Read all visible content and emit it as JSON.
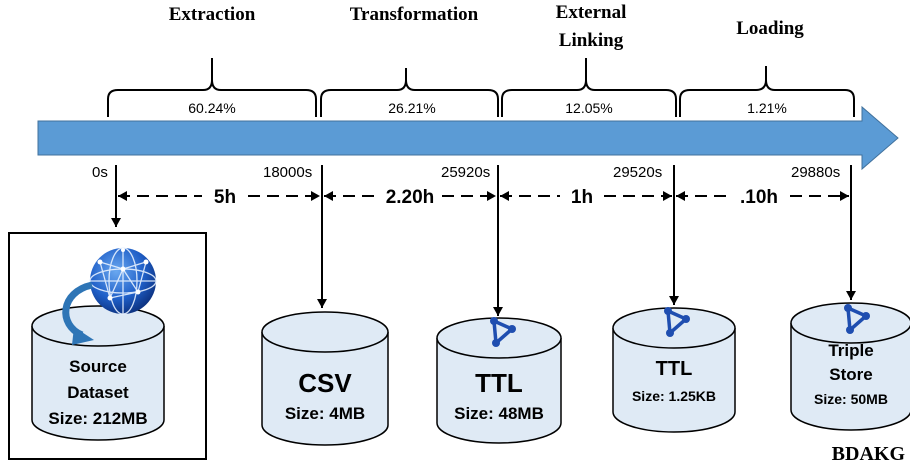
{
  "phases": [
    {
      "name": "Extraction",
      "percent": "60.24%"
    },
    {
      "name": "Transformation",
      "percent": "26.21%"
    },
    {
      "name_line1": "External",
      "name_line2": "Linking",
      "percent": "12.05%"
    },
    {
      "name": "Loading",
      "percent": "1.21%"
    }
  ],
  "timeline": {
    "ticks": [
      "0s",
      "18000s",
      "25920s",
      "29520s",
      "29880s"
    ],
    "durations": [
      "5h",
      "2.20h",
      "1h",
      ".10h"
    ],
    "arrow_color": "#5b9bd5"
  },
  "stores": [
    {
      "line1": "Source",
      "line2": "Dataset",
      "size": "Size: 212MB",
      "icon": "globe-network-icon"
    },
    {
      "label": "CSV",
      "size": "Size: 4MB"
    },
    {
      "label": "TTL",
      "size": "Size: 48MB",
      "icon": "rdf-graph-icon"
    },
    {
      "label": "TTL",
      "size": "Size: 1.25KB",
      "icon": "rdf-graph-icon"
    },
    {
      "line1": "Triple",
      "line2": "Store",
      "size": "Size: 50MB",
      "icon": "rdf-graph-icon"
    }
  ],
  "colors": {
    "cylinder_fill": "#dfeaf5",
    "icon_blue": "#1f4eb0"
  },
  "brand": "BDAKG"
}
